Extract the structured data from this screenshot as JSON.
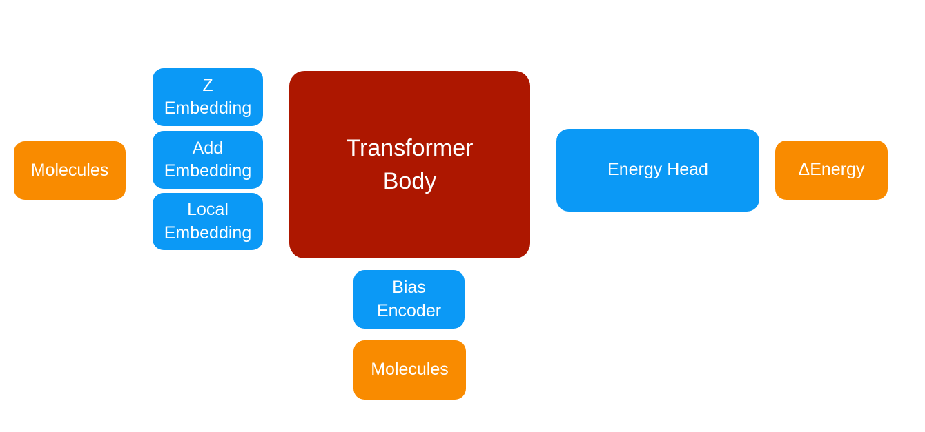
{
  "colors": {
    "blue": "#0B99F6",
    "orange": "#F98B00",
    "red": "#AD1700",
    "label": "#FFFFFF",
    "background": "#FFFFFF"
  },
  "diagram": {
    "type": "flow-diagram",
    "nodes": {
      "molecules_left": {
        "label": "Molecules",
        "color": "orange"
      },
      "z_embedding": {
        "label": "Z\nEmbedding",
        "color": "blue"
      },
      "add_embedding": {
        "label": "Add\nEmbedding",
        "color": "blue"
      },
      "local_embedding": {
        "label": "Local\nEmbedding",
        "color": "blue"
      },
      "transformer_body": {
        "label": "Transformer\nBody",
        "color": "red"
      },
      "bias_encoder": {
        "label": "Bias\nEncoder",
        "color": "blue"
      },
      "molecules_bottom": {
        "label": "Molecules",
        "color": "orange"
      },
      "energy_head": {
        "label": "Energy Head",
        "color": "blue"
      },
      "delta_energy": {
        "label": "ΔEnergy",
        "color": "orange"
      }
    }
  }
}
